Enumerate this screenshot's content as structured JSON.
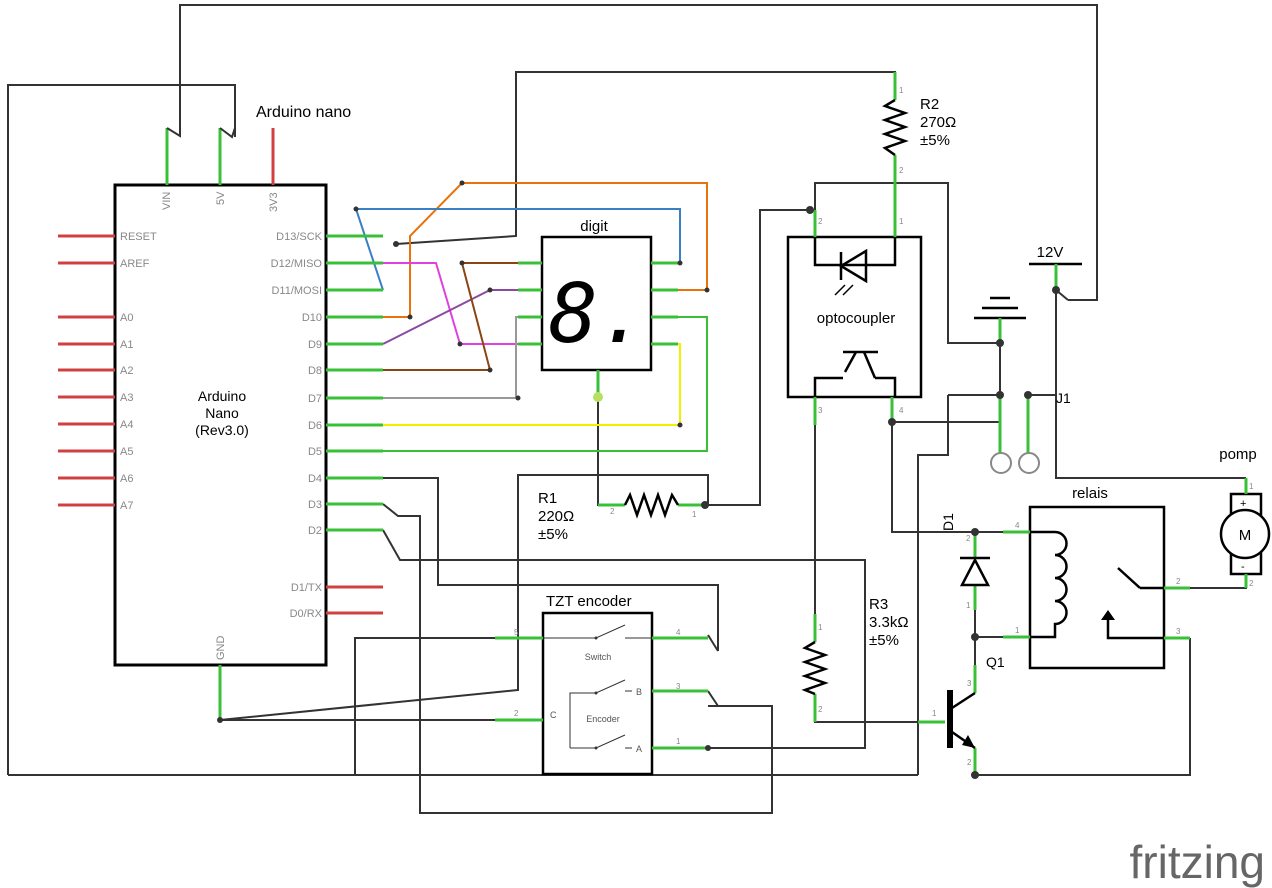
{
  "arduino": {
    "title": "Arduino nano",
    "label": [
      "Arduino",
      "Nano",
      "(Rev3.0)"
    ],
    "top_pins": [
      "VIN",
      "5V",
      "3V3"
    ],
    "bottom_pin": "GND",
    "left_pins": [
      "RESET",
      "AREF",
      "A0",
      "A1",
      "A2",
      "A3",
      "A4",
      "A5",
      "A6",
      "A7"
    ],
    "right_pins": [
      "D13/SCK",
      "D12/MISO",
      "D11/MOSI",
      "D10",
      "D9",
      "D8",
      "D7",
      "D6",
      "D5",
      "D4",
      "D3",
      "D2",
      "D1/TX",
      "D0/RX"
    ]
  },
  "digit": {
    "title": "digit",
    "glyph": "8."
  },
  "optocoupler": {
    "title": "optocoupler",
    "pins": [
      "2",
      "1",
      "3",
      "4"
    ]
  },
  "r1": {
    "name": "R1",
    "value": "220Ω",
    "tol": "±5%",
    "pins": [
      "2",
      "1"
    ]
  },
  "r2": {
    "name": "R2",
    "value": "270Ω",
    "tol": "±5%",
    "pins": [
      "1",
      "2"
    ]
  },
  "r3": {
    "name": "R3",
    "value": "3.3kΩ",
    "tol": "±5%",
    "pins": [
      "1",
      "2"
    ]
  },
  "encoder": {
    "title": "TZT encoder",
    "switch_label": "Switch",
    "encoder_label": "Encoder",
    "left_pins": [
      "5",
      "2"
    ],
    "c_label": "C",
    "right_labels": [
      "B",
      "A"
    ],
    "right_pins": [
      "4",
      "3",
      "1"
    ]
  },
  "power": {
    "label": "12V"
  },
  "jack": {
    "name": "J1"
  },
  "d1": {
    "name": "D1",
    "pins": [
      "2",
      "1"
    ]
  },
  "relay": {
    "title": "relais",
    "pins": [
      "4",
      "1",
      "2",
      "3"
    ]
  },
  "q1": {
    "name": "Q1",
    "pins": [
      "3",
      "1",
      "2"
    ]
  },
  "motor": {
    "title": "pomp",
    "symbol": "M",
    "plus": "+",
    "minus": "-",
    "pins": [
      "1",
      "2"
    ]
  },
  "watermark": "fritzing",
  "colors": {
    "wire": "#333333",
    "pin_green": "#38c038",
    "pin_red": "#d04040",
    "orange": "#e8730c",
    "blue": "#3a7fc4",
    "magenta": "#e040e0",
    "purple": "#8a4aa0",
    "brown": "#8b4513",
    "gray": "#999999",
    "yellow": "#f0f000",
    "watermark": "#666666"
  }
}
